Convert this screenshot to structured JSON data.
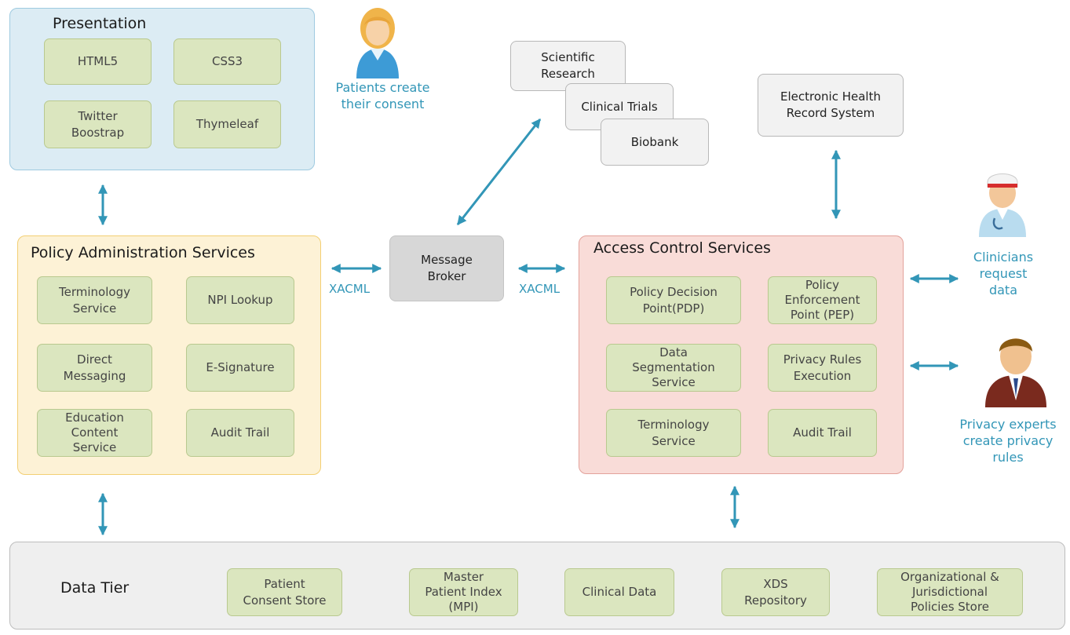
{
  "presentation": {
    "title": "Presentation",
    "items": [
      "HTML5",
      "CSS3",
      "Twitter\nBoostrap",
      "Thymeleaf"
    ]
  },
  "patient": {
    "caption": "Patients create\ntheir consent"
  },
  "research": {
    "cards": [
      "Scientific\nResearch",
      "Clinical Trials",
      "Biobank"
    ]
  },
  "ehr": {
    "label": "Electronic Health\nRecord System"
  },
  "broker": {
    "label": "Message\nBroker",
    "left_protocol": "XACML",
    "right_protocol": "XACML"
  },
  "policy_admin": {
    "title": "Policy Administration Services",
    "items": [
      "Terminology\nService",
      "NPI Lookup",
      "Direct\nMessaging",
      "E-Signature",
      "Education\nContent\nService",
      "Audit Trail"
    ]
  },
  "access_control": {
    "title": "Access Control Services",
    "items": [
      "Policy Decision\nPoint(PDP)",
      "Policy\nEnforcement\nPoint (PEP)",
      "Data\nSegmentation\nService",
      "Privacy Rules\nExecution",
      "Terminology\nService",
      "Audit Trail"
    ]
  },
  "clinician": {
    "caption": "Clinicians\nrequest\ndata"
  },
  "privacy_expert": {
    "caption": "Privacy experts\ncreate privacy\nrules"
  },
  "data_tier": {
    "title": "Data Tier",
    "items": [
      "Patient\nConsent Store",
      "Master\nPatient Index\n(MPI)",
      "Clinical Data",
      "XDS\nRepository",
      "Organizational &\nJurisdictional\nPolicies Store"
    ]
  },
  "colors": {
    "presentation_fill": "#dcecf4",
    "presentation_border": "#9ecae0",
    "policy_fill": "#fdf2d6",
    "policy_border": "#f3cf73",
    "access_fill": "#f9dcd8",
    "access_border": "#e3a29b",
    "component_fill": "#dbe6bf",
    "arrow": "#3296b7"
  }
}
